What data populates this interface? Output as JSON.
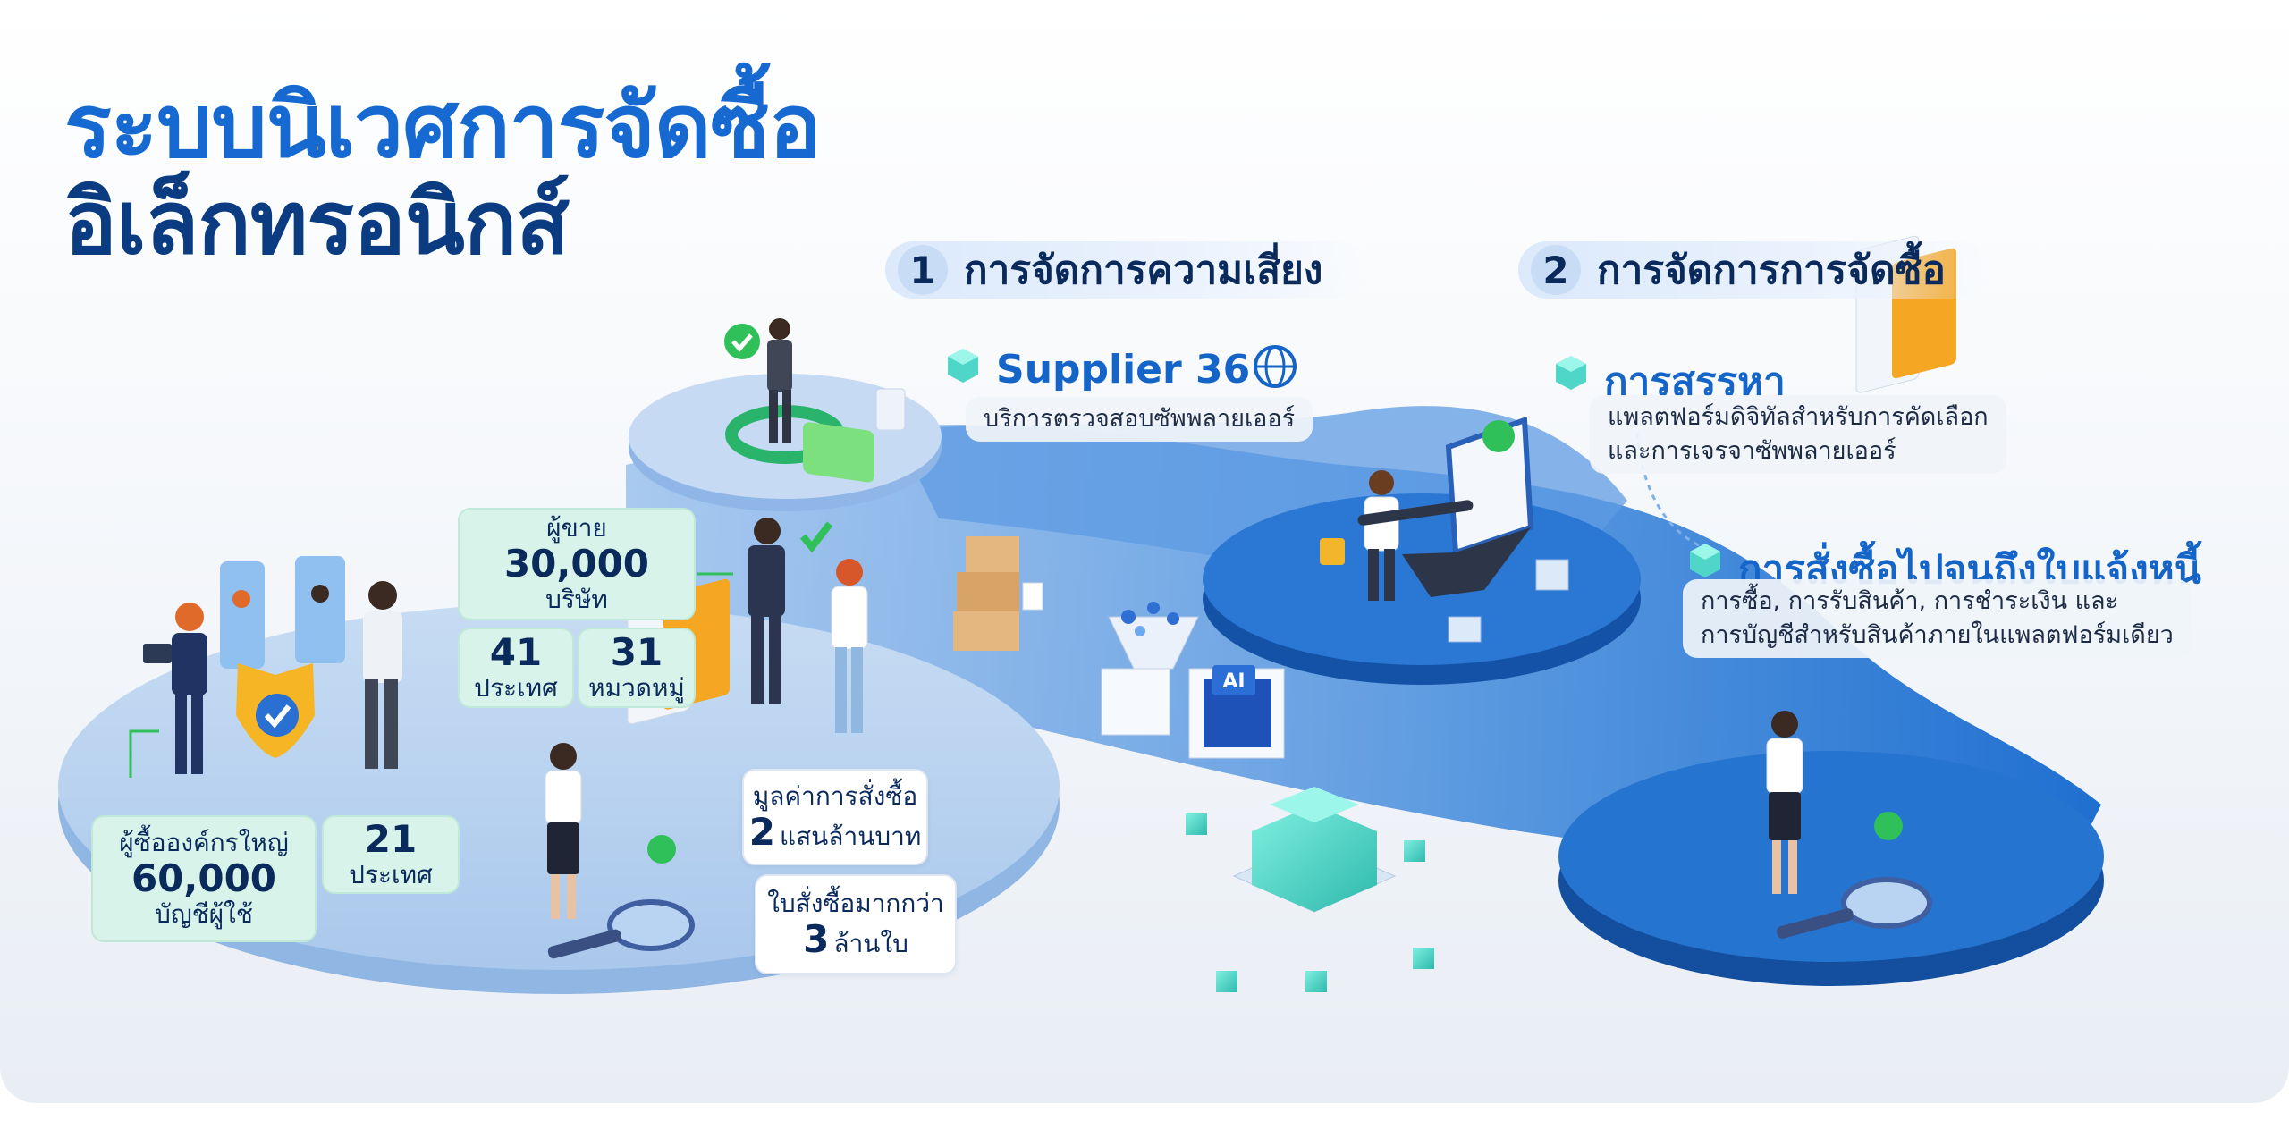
{
  "title": {
    "line1": "ระบบนิเวศการจัดซื้อ",
    "line2": "อิเล็กทรอนิกส์"
  },
  "sections": [
    {
      "number": "1",
      "label": "การจัดการความเสี่ยง"
    },
    {
      "number": "2",
      "label": "การจัดการการจัดซื้อ"
    }
  ],
  "supplier360": {
    "title": "Supplier 36",
    "desc": "บริการตรวจสอบซัพพลายเออร์"
  },
  "sourcing": {
    "title": "การสรรหา",
    "desc1": "แพลตฟอร์มดิจิทัลสำหรับการคัดเลือก",
    "desc2": "และการเจรจาซัพพลายเออร์"
  },
  "p2p": {
    "title": "การสั่งซื้อไปจนถึงใบแจ้งหนี้",
    "desc1": "การซื้อ, การรับสินค้า, การชำระเงิน และ",
    "desc2": "การบัญชีสำหรับสินค้าภายในแพลตฟอร์มเดียว"
  },
  "sellers": {
    "label": "ผู้ขาย",
    "value": "30,000",
    "unit": "บริษัท",
    "countries_value": "41",
    "countries_label": "ประเทศ",
    "categories_value": "31",
    "categories_label": "หมวดหมู่"
  },
  "buyers": {
    "label": "ผู้ซื้อองค์กรใหญ่",
    "value": "60,000",
    "unit": "บัญชีผู้ใช้",
    "countries_value": "21",
    "countries_label": "ประเทศ"
  },
  "order_value": {
    "label": "มูลค่าการสั่งซื้อ",
    "value": "2",
    "unit": "แสนล้านบาท"
  },
  "orders": {
    "label": "ใบสั่งซื้อมากกว่า",
    "value": "3",
    "unit": "ล้านใบ"
  },
  "ai_label": "AI",
  "colors": {
    "primary": "#1769d2",
    "dark": "#0b3c82",
    "platform_light": "#bcd4ef",
    "platform_dark": "#2c7ad6",
    "green": "#2fc05a",
    "teal_cube": "#4fd6c8"
  }
}
